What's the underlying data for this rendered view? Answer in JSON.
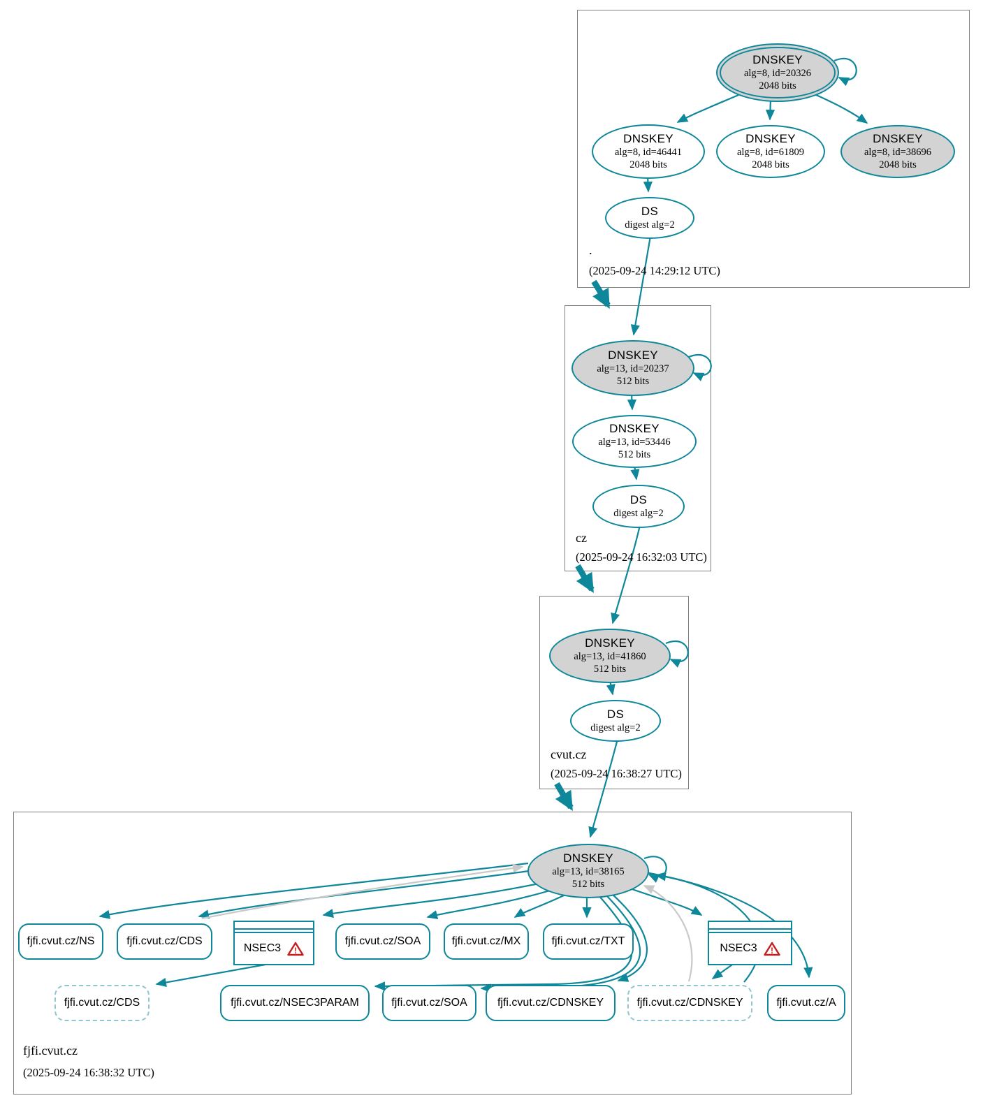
{
  "colors": {
    "edge": "#0d8799",
    "edge_insecure": "#c9c9c9",
    "key_fill": "#d3d3d3",
    "warning_red": "#c22020",
    "zone_border": "#7f7f7f",
    "dashed_node_border": "#8ec7d2"
  },
  "zones": [
    {
      "label": ".",
      "timestamp": "(2025-09-24 14:29:12 UTC)",
      "nodes": {
        "ksk": {
          "title": "DNSKEY",
          "sub1": "alg=8, id=20326",
          "sub2": "2048 bits"
        },
        "zsk": {
          "title": "DNSKEY",
          "sub1": "alg=8, id=46441",
          "sub2": "2048 bits"
        },
        "zsk2": {
          "title": "DNSKEY",
          "sub1": "alg=8, id=61809",
          "sub2": "2048 bits"
        },
        "ksk2": {
          "title": "DNSKEY",
          "sub1": "alg=8, id=38696",
          "sub2": "2048 bits"
        },
        "ds": {
          "title": "DS",
          "sub1": "digest alg=2"
        }
      }
    },
    {
      "label": "cz",
      "timestamp": "(2025-09-24 16:32:03 UTC)",
      "nodes": {
        "ksk": {
          "title": "DNSKEY",
          "sub1": "alg=13, id=20237",
          "sub2": "512 bits"
        },
        "zsk": {
          "title": "DNSKEY",
          "sub1": "alg=13, id=53446",
          "sub2": "512 bits"
        },
        "ds": {
          "title": "DS",
          "sub1": "digest alg=2"
        }
      }
    },
    {
      "label": "cvut.cz",
      "timestamp": "(2025-09-24 16:38:27 UTC)",
      "nodes": {
        "ksk": {
          "title": "DNSKEY",
          "sub1": "alg=13, id=41860",
          "sub2": "512 bits"
        },
        "ds": {
          "title": "DS",
          "sub1": "digest alg=2"
        }
      }
    },
    {
      "label": "fjfi.cvut.cz",
      "timestamp": "(2025-09-24 16:38:32 UTC)",
      "nodes": {
        "ksk": {
          "title": "DNSKEY",
          "sub1": "alg=13, id=38165",
          "sub2": "512 bits"
        },
        "ns": {
          "label": "fjfi.cvut.cz/NS"
        },
        "cds": {
          "label": "fjfi.cvut.cz/CDS"
        },
        "nsec3_a": {
          "label": "NSEC3"
        },
        "soa": {
          "label": "fjfi.cvut.cz/SOA"
        },
        "mx": {
          "label": "fjfi.cvut.cz/MX"
        },
        "txt": {
          "label": "fjfi.cvut.cz/TXT"
        },
        "nsec3_b": {
          "label": "NSEC3"
        },
        "cds_dashed": {
          "label": "fjfi.cvut.cz/CDS"
        },
        "nsec3param": {
          "label": "fjfi.cvut.cz/NSEC3PARAM"
        },
        "soa2": {
          "label": "fjfi.cvut.cz/SOA"
        },
        "cdnskey": {
          "label": "fjfi.cvut.cz/CDNSKEY"
        },
        "cdnskey_dashed": {
          "label": "fjfi.cvut.cz/CDNSKEY"
        },
        "a": {
          "label": "fjfi.cvut.cz/A"
        }
      }
    }
  ]
}
